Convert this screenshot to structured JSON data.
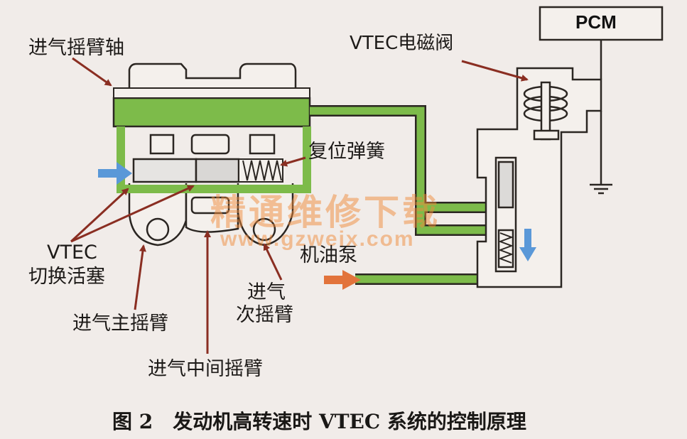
{
  "labels": {
    "intake_rocker_shaft": "进气摇臂轴",
    "vtec_solenoid": "VTEC电磁阀",
    "pcm": "PCM",
    "return_spring": "复位弹簧",
    "vtec_line1": "VTEC",
    "vtec_line2": "切换活塞",
    "oil_pump": "机油泵",
    "secondary_line1": "进气",
    "secondary_line2": "次摇臂",
    "primary_rocker": "进气主摇臂",
    "middle_rocker": "进气中间摇臂"
  },
  "watermark": {
    "line1": "精通维修下载",
    "line2": "www.gzweix.com"
  },
  "caption": "图 2　发动机高转速时 VTEC 系统的控制原理",
  "colors": {
    "oil": "#7dbb4a",
    "outline": "#2b2622",
    "blue_arrow": "#5a98d8",
    "orange_arrow": "#e2733b",
    "leader": "#8a2e22"
  }
}
